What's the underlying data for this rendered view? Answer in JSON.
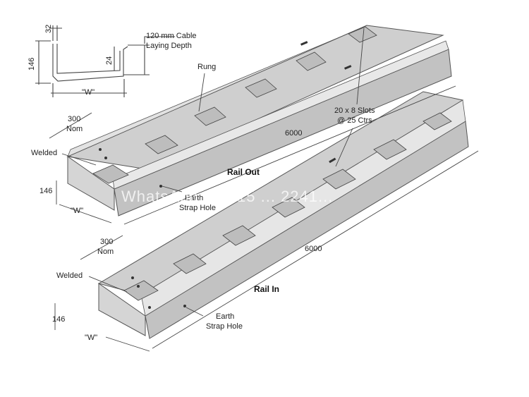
{
  "section": {
    "dim_top": "32",
    "dim_height": "146",
    "dim_lip": "24",
    "cable_line1": "120 mm Cable",
    "cable_line2": "Laying Depth",
    "width": "\"W\""
  },
  "rail_out": {
    "title": "Rail Out",
    "rung": "Rung",
    "nom_line1": "300",
    "nom_line2": "Nom",
    "welded": "Welded",
    "height": "146",
    "width": "\"W\"",
    "length": "6000",
    "earth_line1": "Earth",
    "earth_line2": "Strap Hole"
  },
  "rail_in": {
    "title": "Rail In",
    "nom_line1": "300",
    "nom_line2": "Nom",
    "welded": "Welded",
    "height": "146",
    "width": "\"W\"",
    "length": "6000",
    "earth_line1": "Earth",
    "earth_line2": "Strap Hole"
  },
  "slots": {
    "line1": "20 x 8 Slots",
    "line2": "@ 25 Ctrs"
  },
  "watermark": "WhatsApp: +8615 ... 2241..."
}
